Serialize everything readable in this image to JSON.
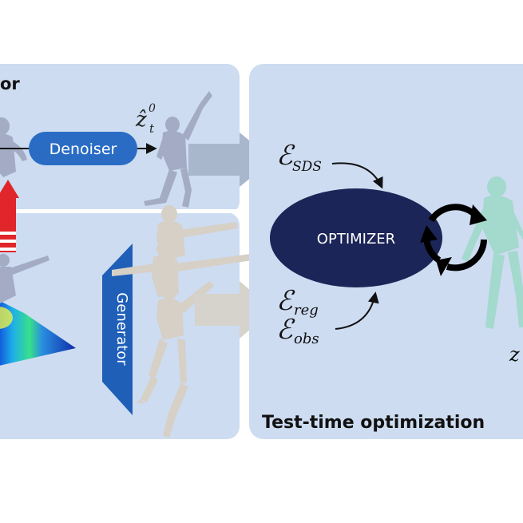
{
  "colors": {
    "panel_bg": "#cddcf1",
    "panel_divider": "#ffffff",
    "denoiser_fill": "#2a6cc4",
    "generator_fill": "#1f5fb8",
    "optimizer_fill": "#1b2557",
    "arrow_upper": "#a9b7cd",
    "arrow_lower": "#d6d3cc",
    "red_arrow": "#e0262a",
    "figure_blue": "#a3acc4",
    "figure_beige": "#d6d0c6",
    "figure_green": "#a4d9cd"
  },
  "left_panel": {
    "title_fragment": "or",
    "denoiser_label": "Denoiser",
    "generator_label": "Generator",
    "z_hat_label": "ẑ",
    "z_hat_sub": "t",
    "z_hat_sup": "0"
  },
  "right_panel": {
    "title": "Test-time optimization",
    "optimizer_label": "OPTIMIZER",
    "loss_sds": {
      "symbol": "ℰ",
      "sub": "SDS"
    },
    "loss_reg": {
      "symbol": "ℰ",
      "sub": "reg"
    },
    "loss_obs": {
      "symbol": "ℰ",
      "sub": "obs"
    },
    "output_label": "z"
  }
}
